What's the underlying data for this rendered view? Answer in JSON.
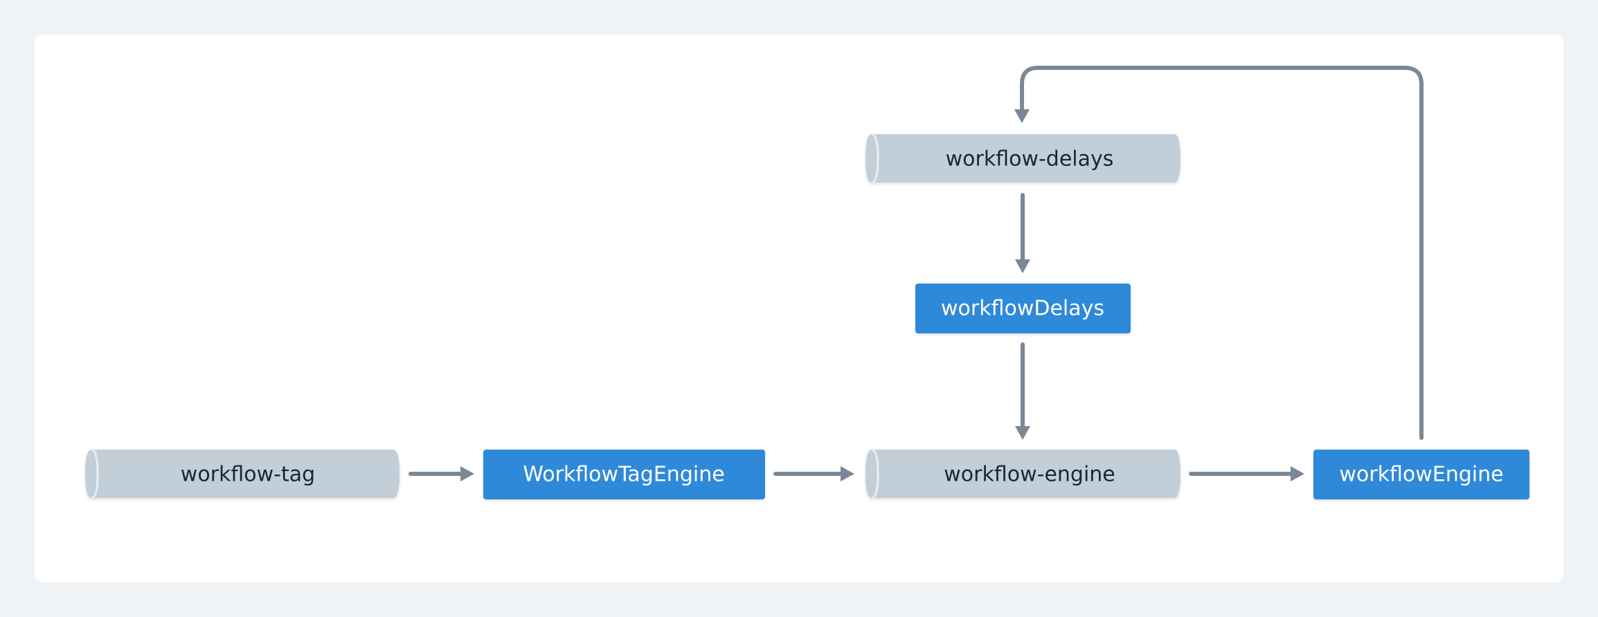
{
  "colors": {
    "background": "#eff3f6",
    "canvas": "#ffffff",
    "topic_fill": "#c3cfd8",
    "service_fill": "#2d89d9",
    "edge": "#7a8896"
  },
  "nodes": {
    "workflow_tag": {
      "label": "workflow-tag",
      "kind": "topic"
    },
    "workflow_tag_engine": {
      "label": "WorkflowTagEngine",
      "kind": "service"
    },
    "workflow_engine_topic": {
      "label": "workflow-engine",
      "kind": "topic"
    },
    "workflow_engine_service": {
      "label": "workflowEngine",
      "kind": "service"
    },
    "workflow_delays_topic": {
      "label": "workflow-delays",
      "kind": "topic"
    },
    "workflow_delays_service": {
      "label": "workflowDelays",
      "kind": "service"
    }
  },
  "edges": [
    {
      "from": "workflow-tag",
      "to": "WorkflowTagEngine"
    },
    {
      "from": "WorkflowTagEngine",
      "to": "workflow-engine"
    },
    {
      "from": "workflow-engine",
      "to": "workflowEngine"
    },
    {
      "from": "workflowEngine",
      "to": "workflow-delays"
    },
    {
      "from": "workflow-delays",
      "to": "workflowDelays"
    },
    {
      "from": "workflowDelays",
      "to": "workflow-engine"
    }
  ]
}
